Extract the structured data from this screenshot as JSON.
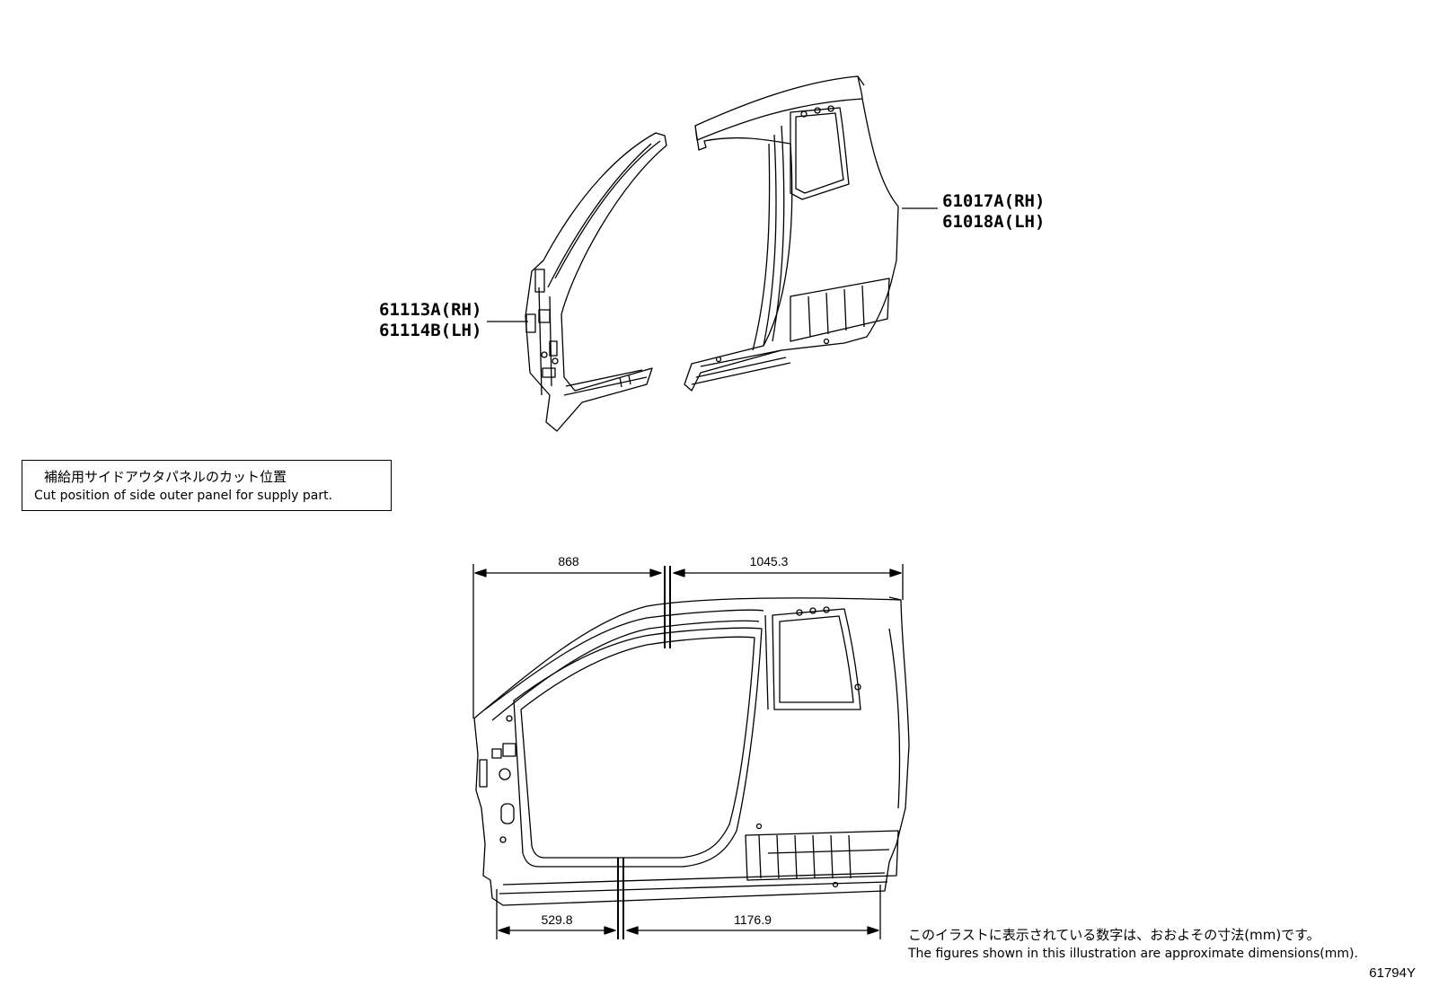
{
  "parts": {
    "front_pillar": {
      "rh": "61113A(RH)",
      "lh": "61114B(LH)"
    },
    "rear_panel": {
      "rh": "61017A(RH)",
      "lh": "61018A(LH)"
    }
  },
  "note": {
    "japanese": "補給用サイドアウタパネルのカット位置",
    "english": "Cut position of side outer panel for supply part."
  },
  "dimensions": {
    "top_left": "868",
    "top_right": "1045.3",
    "bottom_left": "529.8",
    "bottom_right": "1176.9"
  },
  "footer": {
    "japanese": "このイラストに表示されている数字は、おおよその寸法(mm)です。",
    "english": "The figures shown in this illustration are approximate dimensions(mm)."
  },
  "reference_id": "61794Y"
}
